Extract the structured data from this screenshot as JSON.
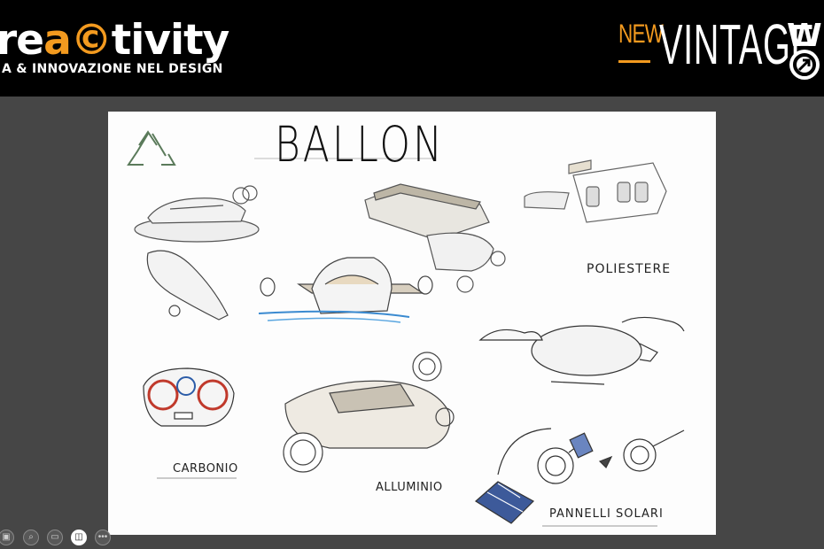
{
  "header": {
    "logo_pre": "re",
    "logo_hl": "a©",
    "logo_post": "tivity",
    "logo_sub": "A & INNOVAZIONE NEL DESIGN",
    "brand_new": "NEW",
    "brand_vintage": "VINTAGE",
    "brand_w": "W"
  },
  "sketch": {
    "title": "BALLON",
    "labels": {
      "poliestere": "POLIESTERE",
      "carbonio": "CARBONIO",
      "alluminio": "ALLUMINIO",
      "pannelli": "PANNELLI SOLARI"
    }
  },
  "toolbar": {
    "icons": [
      "slides-icon",
      "zoom-icon",
      "subtitles-icon",
      "camera-icon",
      "more-icon"
    ],
    "more_glyph": "•••"
  },
  "colors": {
    "accent": "#f39a1f",
    "header_bg": "#000000",
    "stage_bg": "#464646"
  }
}
